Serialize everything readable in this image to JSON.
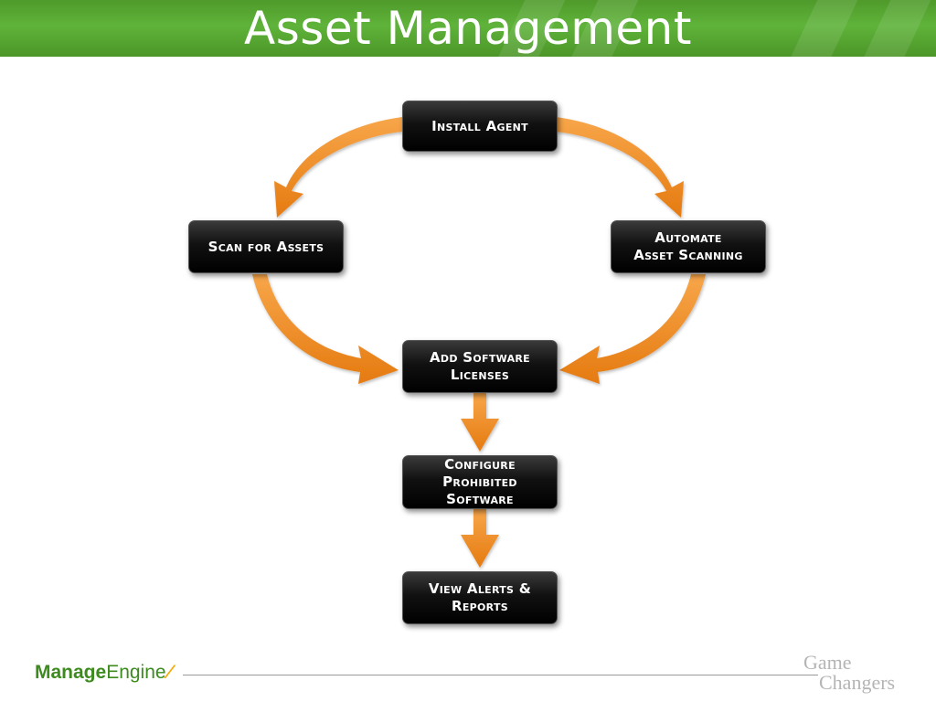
{
  "slide": {
    "title": "Asset Management"
  },
  "diagram": {
    "nodes": {
      "install_agent": "Install Agent",
      "scan_for_assets": "Scan for Assets",
      "automate_scanning": "Automate\nAsset Scanning",
      "add_licenses": "Add Software\nLicenses",
      "configure_prohibited": "Configure\nProhibited\nSoftware",
      "view_alerts": "View Alerts &\nReports"
    },
    "flow": [
      [
        "Install Agent",
        "Scan for Assets"
      ],
      [
        "Install Agent",
        "Automate Asset Scanning"
      ],
      [
        "Scan for Assets",
        "Add Software Licenses"
      ],
      [
        "Automate Asset Scanning",
        "Add Software Licenses"
      ],
      [
        "Add Software Licenses",
        "Configure Prohibited Software"
      ],
      [
        "Configure Prohibited Software",
        "View Alerts & Reports"
      ]
    ],
    "colors": {
      "arrow": "#f08a1c",
      "node_fill": "#111111",
      "node_text": "#ffffff",
      "header": "#5fb33a"
    }
  },
  "footer": {
    "logo_part1": "Manage",
    "logo_part2": "Engine",
    "logo_mark": "⁄",
    "tagline_line1": "Game",
    "tagline_line2": "Changers"
  }
}
